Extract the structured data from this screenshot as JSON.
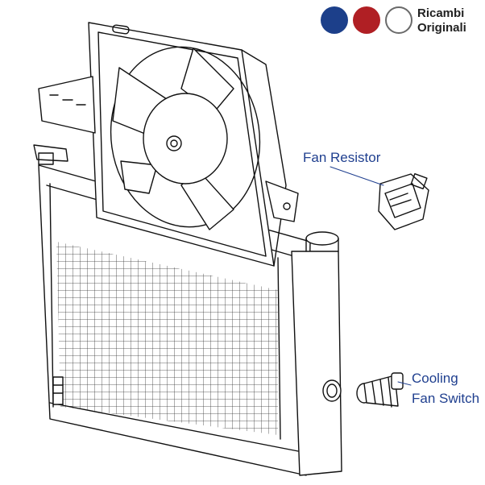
{
  "brand": {
    "line1": "Ricambi",
    "line2": "Originali",
    "logos": [
      "lancia-logo",
      "fiat-logo",
      "alfa-romeo-logo"
    ]
  },
  "callouts": {
    "fan_resistor": "Fan Resistor",
    "cooling_fan_switch_line1": "Cooling",
    "cooling_fan_switch_line2": "Fan Switch"
  },
  "colors": {
    "label_text": "#1f3f8f",
    "line_art": "#111111",
    "lancia_blue": "#1c3f8a",
    "fiat_red": "#b01f24",
    "alfa_gray": "#6a6a6a"
  }
}
